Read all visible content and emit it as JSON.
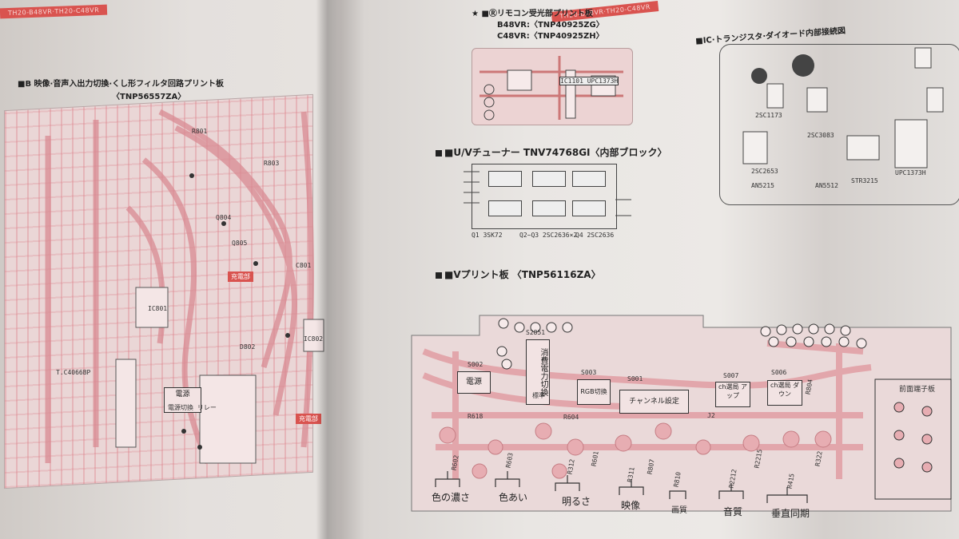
{
  "header": {
    "left_tab": "TH20-B48VR·TH20-C48VR",
    "right_tab": "TH20-B48VR·TH20-C48VR"
  },
  "left_page": {
    "section_title": "■B 映像·音声入出力切換·くし形フィルタ回路プリント板",
    "part_number": "〈TNP56557ZA〉",
    "labels": [
      "電源",
      "電源切換 リレー",
      "T.C4066BP",
      "充電部",
      "充電部"
    ],
    "refs": [
      "IC801",
      "IC802",
      "Q804",
      "Q805",
      "C801",
      "R801",
      "R803",
      "D802"
    ]
  },
  "right_page": {
    "remote_title_line1": "★ ■Ⓡリモコン受光部プリント板",
    "remote_title_line2": "B48VR:〈TNP40925ZG〉",
    "remote_title_line3": "C48VR:〈TNP40925ZH〉",
    "remote_ic": "IC1101 UPC1373H",
    "tuner_title": "■U/Vチューナー TNV74768GI〈内部ブロック〉",
    "tuner_parts": [
      "Q1 3SK72",
      "Q2~Q3 2SC2636×2",
      "Q4 2SC2636"
    ],
    "v_board_title": "■Vプリント板 〈TNP56116ZA〉",
    "ic_title": "■IC·トランジスタ·ダイオード内部接続図",
    "ic_parts": [
      "2SC1173",
      "2SC2653",
      "2SC3083",
      "AN5215",
      "AN5512",
      "STR3215",
      "UPC1373H"
    ]
  },
  "v_board": {
    "switches": [
      {
        "id": "S002",
        "label": "電源"
      },
      {
        "id": "S2851",
        "label": "消費電力切換"
      },
      {
        "id": "S003",
        "label": "RGB切換"
      },
      {
        "id": "S001",
        "label": "チャンネル設定"
      },
      {
        "id": "S007",
        "label": "ch選局 アップ"
      },
      {
        "id": "S006",
        "label": "ch選局 ダウン"
      }
    ],
    "resistors": [
      "R618",
      "R604",
      "R602",
      "R603",
      "R312",
      "R601",
      "R311",
      "R807",
      "R810",
      "R2212",
      "R2215",
      "R415",
      "R322",
      "R804"
    ],
    "controls": [
      "色の濃さ",
      "色あい",
      "明るさ",
      "映像",
      "画質",
      "音質",
      "垂直同期"
    ],
    "right_connector": "前面端子板",
    "mark_std": "標準",
    "mark_sel": "J2"
  }
}
